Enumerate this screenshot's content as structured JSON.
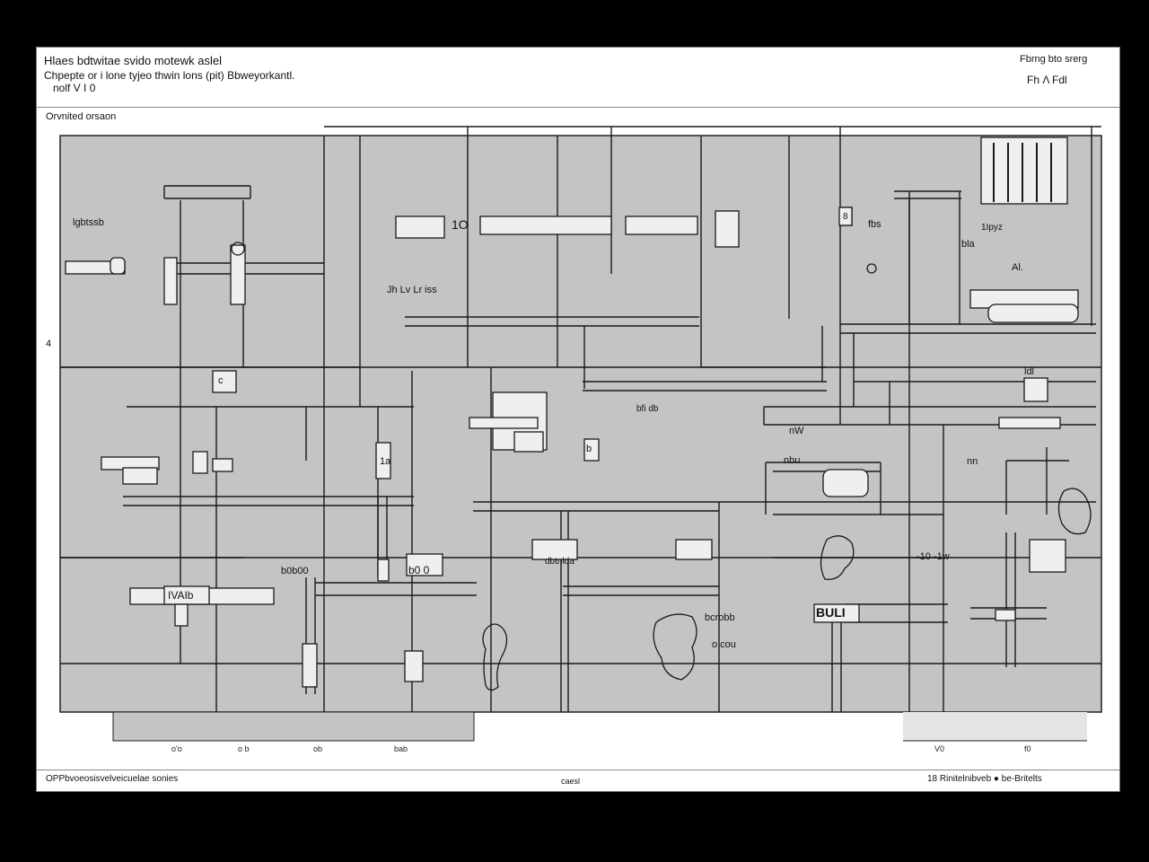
{
  "header": {
    "line1": "Hlaes   bdtwitae  svido       motewk        aslel",
    "line2": "Chpepte or i lone tyjeo thwin lons (pit)  Bbweyorkantl.",
    "line3": "nolf      V I 0",
    "corner_top": "Fbrng bto srerg",
    "corner_bottom": "Fh    Λ    Fdl"
  },
  "sheet_label": "Orvnited orsaon",
  "side_marker": "4",
  "labels": {
    "a": "lgbtssb",
    "b": "Jh  Lv Lr  iss",
    "c": "1O",
    "d": "8",
    "e": "fbs",
    "f": "1Ipyz",
    "g": "bla",
    "h": "Al.",
    "i": "c",
    "j": "bfi  db",
    "k": "1a",
    "l": "b",
    "m": "dbtnlda",
    "n": "nbu",
    "o": "nn",
    "p": "-10   -1w",
    "q": "b0b00",
    "r": "IVAIb",
    "s": "b0 0",
    "t": "bcrobb",
    "u": "o cou",
    "v": "BULI",
    "w": "ldl",
    "x": "nW"
  },
  "axis_ticks": [
    "o'o",
    "o b",
    "ob",
    "bab",
    "V0",
    "f0"
  ],
  "footer": {
    "left": "OPPbvoeosisvelveicuelae sonies",
    "center": "caesl",
    "right": "18   Rinitelnibveb   ●  be-Britelts"
  }
}
